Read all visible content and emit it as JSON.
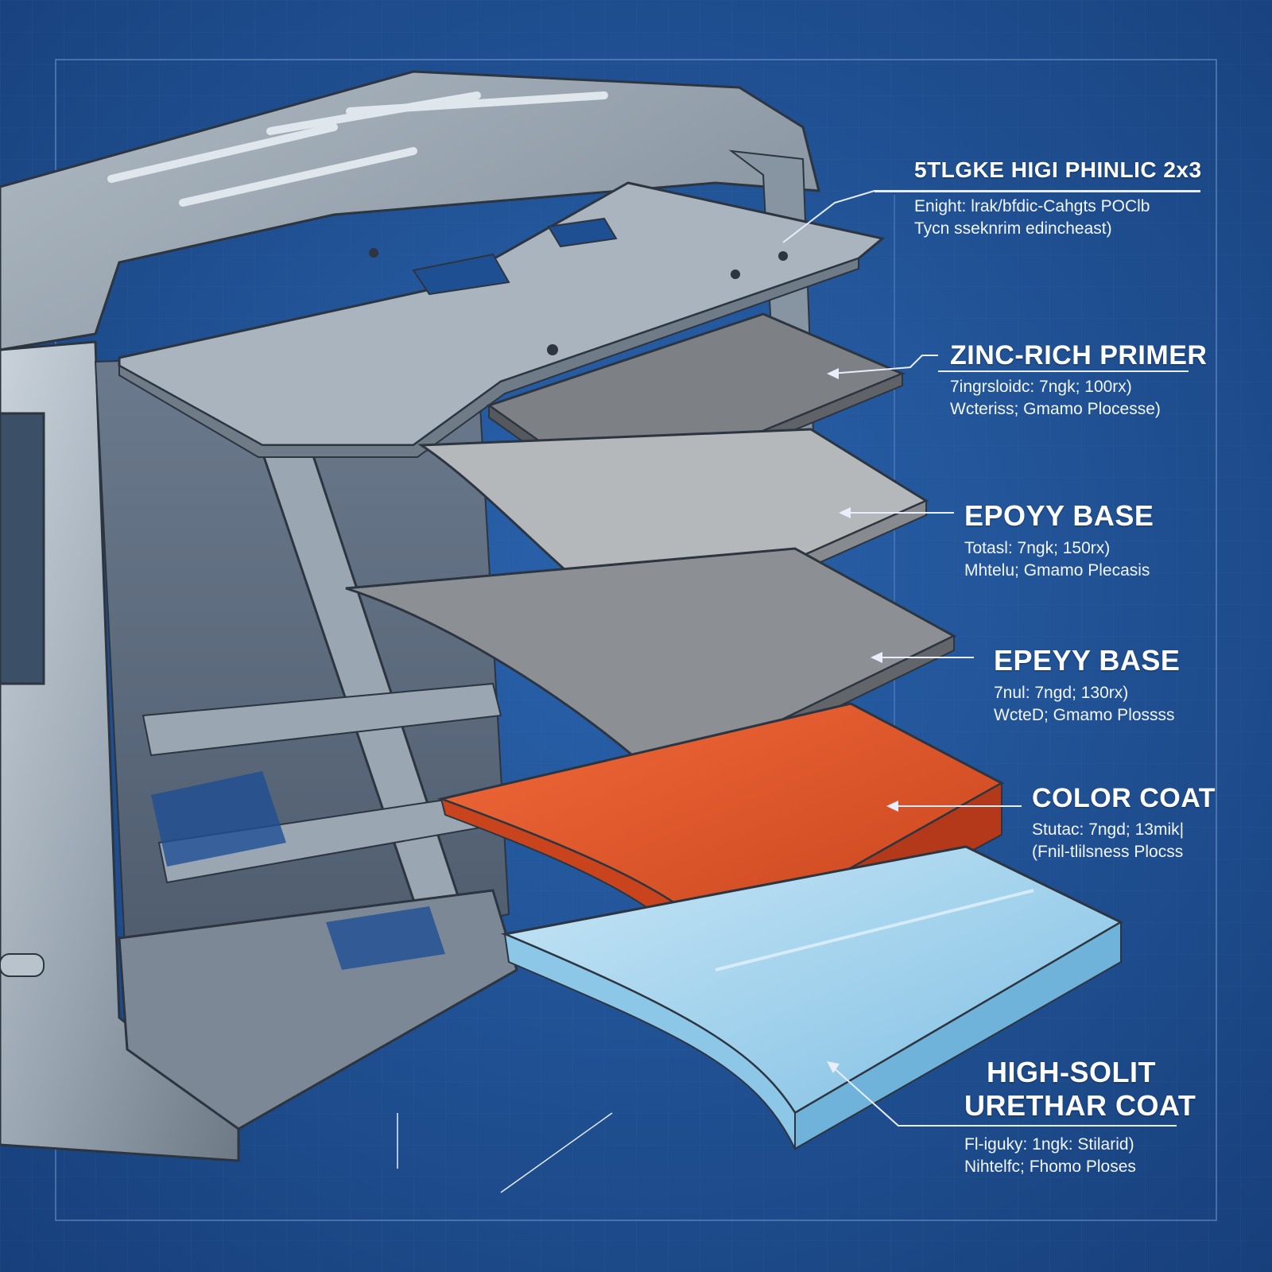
{
  "colors": {
    "background": "#1f4f93",
    "steel": "#a9b4bf",
    "steel_dark": "#6f7b87",
    "primer": "#7d8186",
    "epoxy1": "#b5b8bb",
    "epoxy2": "#8c9094",
    "color_coat": "#e0552a",
    "clear_coat": "#9ed0ec",
    "label_text": "#ffffff"
  },
  "labels": {
    "steel": {
      "title": "5TLGKE HIGI  PHINLIC 2x3",
      "line1": "Enight: lrak/bfdic-Cahgts POClb",
      "line2": "Tycn sseknrim edincheast)"
    },
    "primer": {
      "title": "ZINC-RICH PRIMER",
      "line1": "7ingrsloidc: 7ngk; 100rx)",
      "line2": "Wcteriss; Gmamo Plocesse)"
    },
    "epoxy1": {
      "title": "EPOYY BASE",
      "line1": "Totasl: 7ngk; 150rx)",
      "line2": "Mhtelu; Gmamo Plecasis"
    },
    "epoxy2": {
      "title": "EPEYY BASE",
      "line1": "7nul: 7ngd; 130rx)",
      "line2": "WcteD; Gmamo Plossss"
    },
    "color": {
      "title": "COLOR COAT",
      "line1": "Stutac: 7ngd; 13mik|",
      "line2": "(Fnil-tlilsness Plocss"
    },
    "urethane": {
      "title_line1": "HIGH-SOLIT",
      "title_line2": "URETHAR COAT",
      "line1": "Fl-iguky: 1ngk: Stilarid)",
      "line2": "Nihtelfc; Fhomo Ploses"
    }
  }
}
